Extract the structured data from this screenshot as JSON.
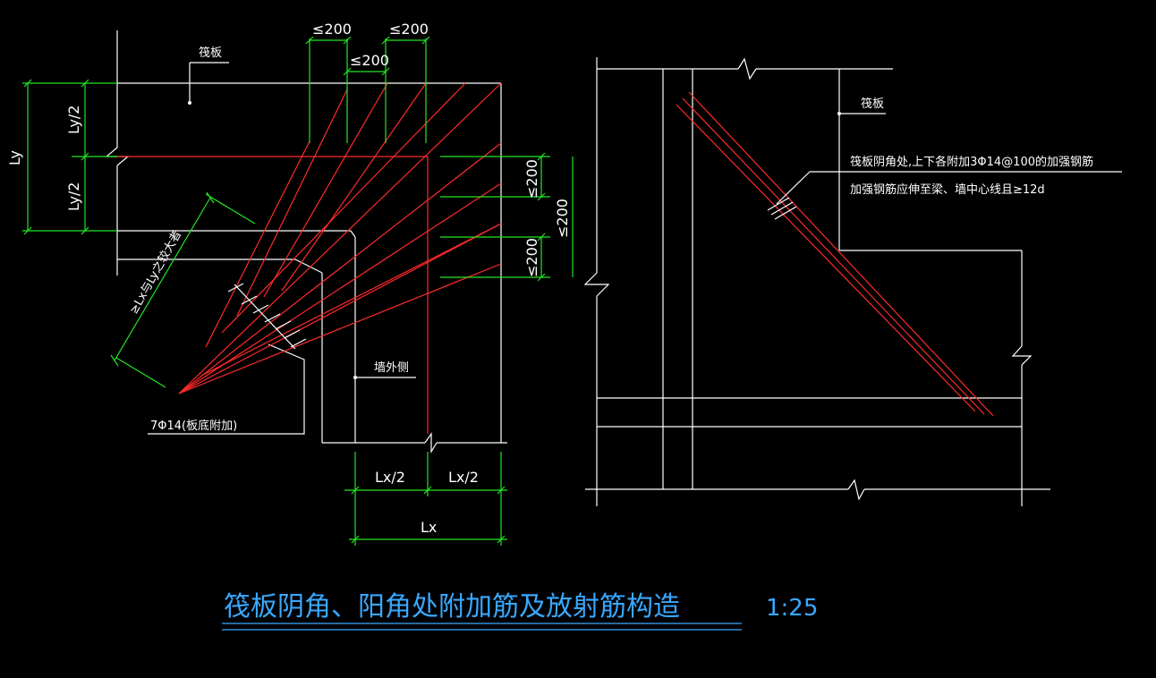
{
  "labels": {
    "raft_left": "筏板",
    "raft_right": "筏板",
    "wall_outside": "墙外侧",
    "bottom_rebar": "7Φ14(板底附加)",
    "diag_length": "≥Lx与Ly之较大者",
    "note_line1": "筏板阴角处,上下各附加3Φ14@100的加强钢筋",
    "note_line2": "加强钢筋应伸至梁、墙中心线且≥12d"
  },
  "dims": {
    "top_spacing_left": "≤200",
    "top_spacing_right": "≤200",
    "top_spacing_mid": "≤200",
    "right_spacing_upper": "≤200",
    "right_spacing_lower": "≤200",
    "right_spacing_total": "≤200",
    "ly_half_upper": "Ly/2",
    "ly_half_lower": "Ly/2",
    "ly_total": "Ly",
    "lx_half_left": "Lx/2",
    "lx_half_right": "Lx/2",
    "lx_total": "Lx"
  },
  "caption": {
    "title": "筏板阴角、阳角处附加筋及放射筋构造",
    "scale": "1:25"
  },
  "colors": {
    "background": "#000000",
    "outline": "#ffffff",
    "rebar": "#ff2a2a",
    "dimension": "#22e622",
    "caption": "#3aa8ff"
  }
}
